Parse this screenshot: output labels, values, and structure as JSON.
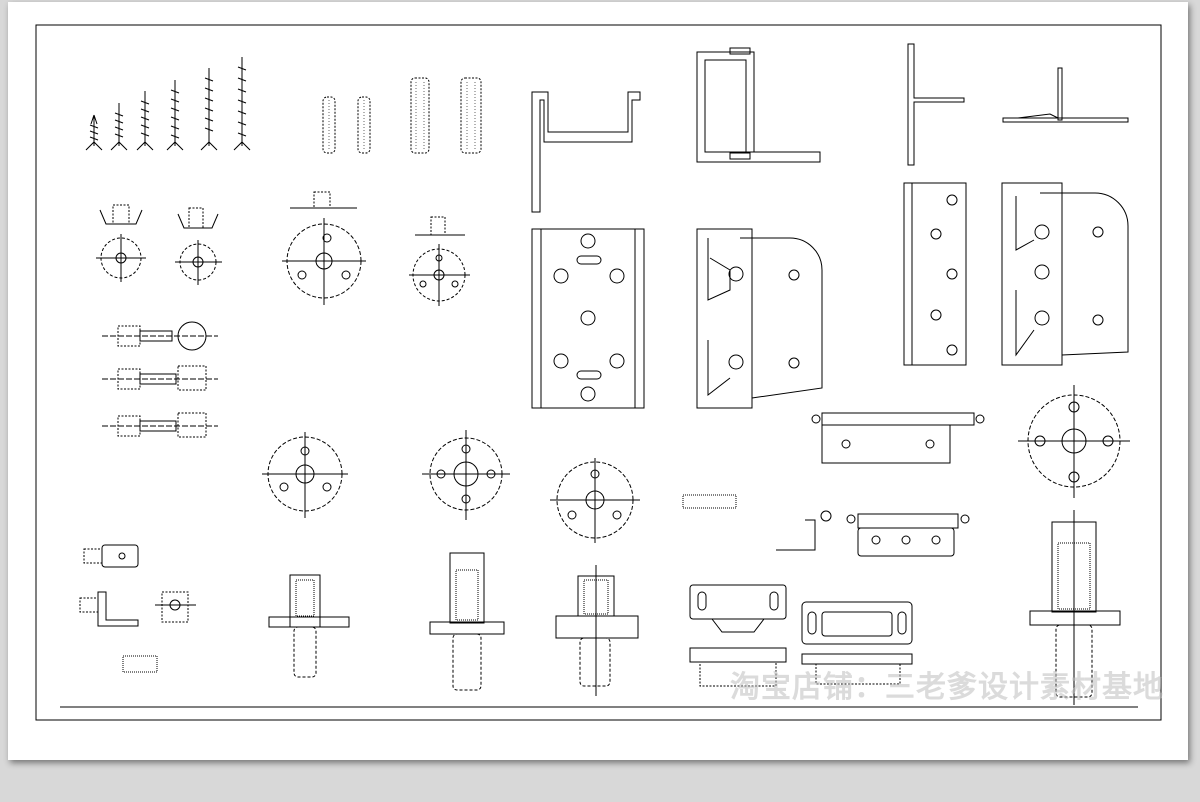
{
  "sheet": {
    "watermark": "淘宝店铺：三老爹设计素材基地"
  },
  "symbols": {
    "screws": "wood-screws",
    "dowels": "wood-dowels",
    "cam_locks": "cam-lock-fittings",
    "connector_bolts": "connector-bolts",
    "mounting_plates": "mounting-plates",
    "u_brackets": "u-channel-brackets",
    "hinge_plates": "hinge-plates",
    "corner_brackets": "corner-brackets",
    "butt_hinges": "butt-hinges",
    "shelf_supports": "shelf-support-pins",
    "threaded_inserts": "threaded-inserts",
    "magnetic_catches": "magnetic-catches"
  }
}
